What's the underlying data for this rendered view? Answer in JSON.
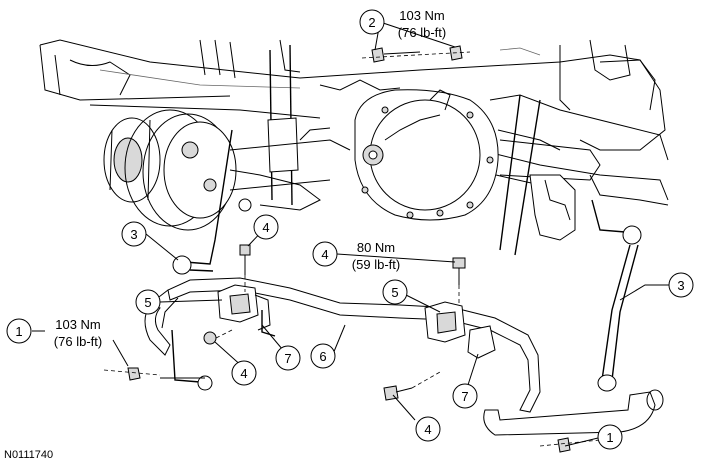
{
  "figure_id": "N0111740",
  "callouts": [
    {
      "id": "c1a",
      "number": "1",
      "torque_nm": "103 Nm",
      "torque_lbft": "(76 lb-ft)"
    },
    {
      "id": "c2",
      "number": "2",
      "torque_nm": "103 Nm",
      "torque_lbft": "(76 lb-ft)"
    },
    {
      "id": "c3a",
      "number": "3"
    },
    {
      "id": "c3b",
      "number": "3"
    },
    {
      "id": "c4a",
      "number": "4"
    },
    {
      "id": "c4b",
      "number": "4",
      "torque_nm": "80 Nm",
      "torque_lbft": "(59 lb-ft)"
    },
    {
      "id": "c4c",
      "number": "4"
    },
    {
      "id": "c4d",
      "number": "4"
    },
    {
      "id": "c5a",
      "number": "5"
    },
    {
      "id": "c5b",
      "number": "5"
    },
    {
      "id": "c6",
      "number": "6"
    },
    {
      "id": "c7a",
      "number": "7"
    },
    {
      "id": "c7b",
      "number": "7"
    },
    {
      "id": "c1b",
      "number": "1"
    }
  ]
}
